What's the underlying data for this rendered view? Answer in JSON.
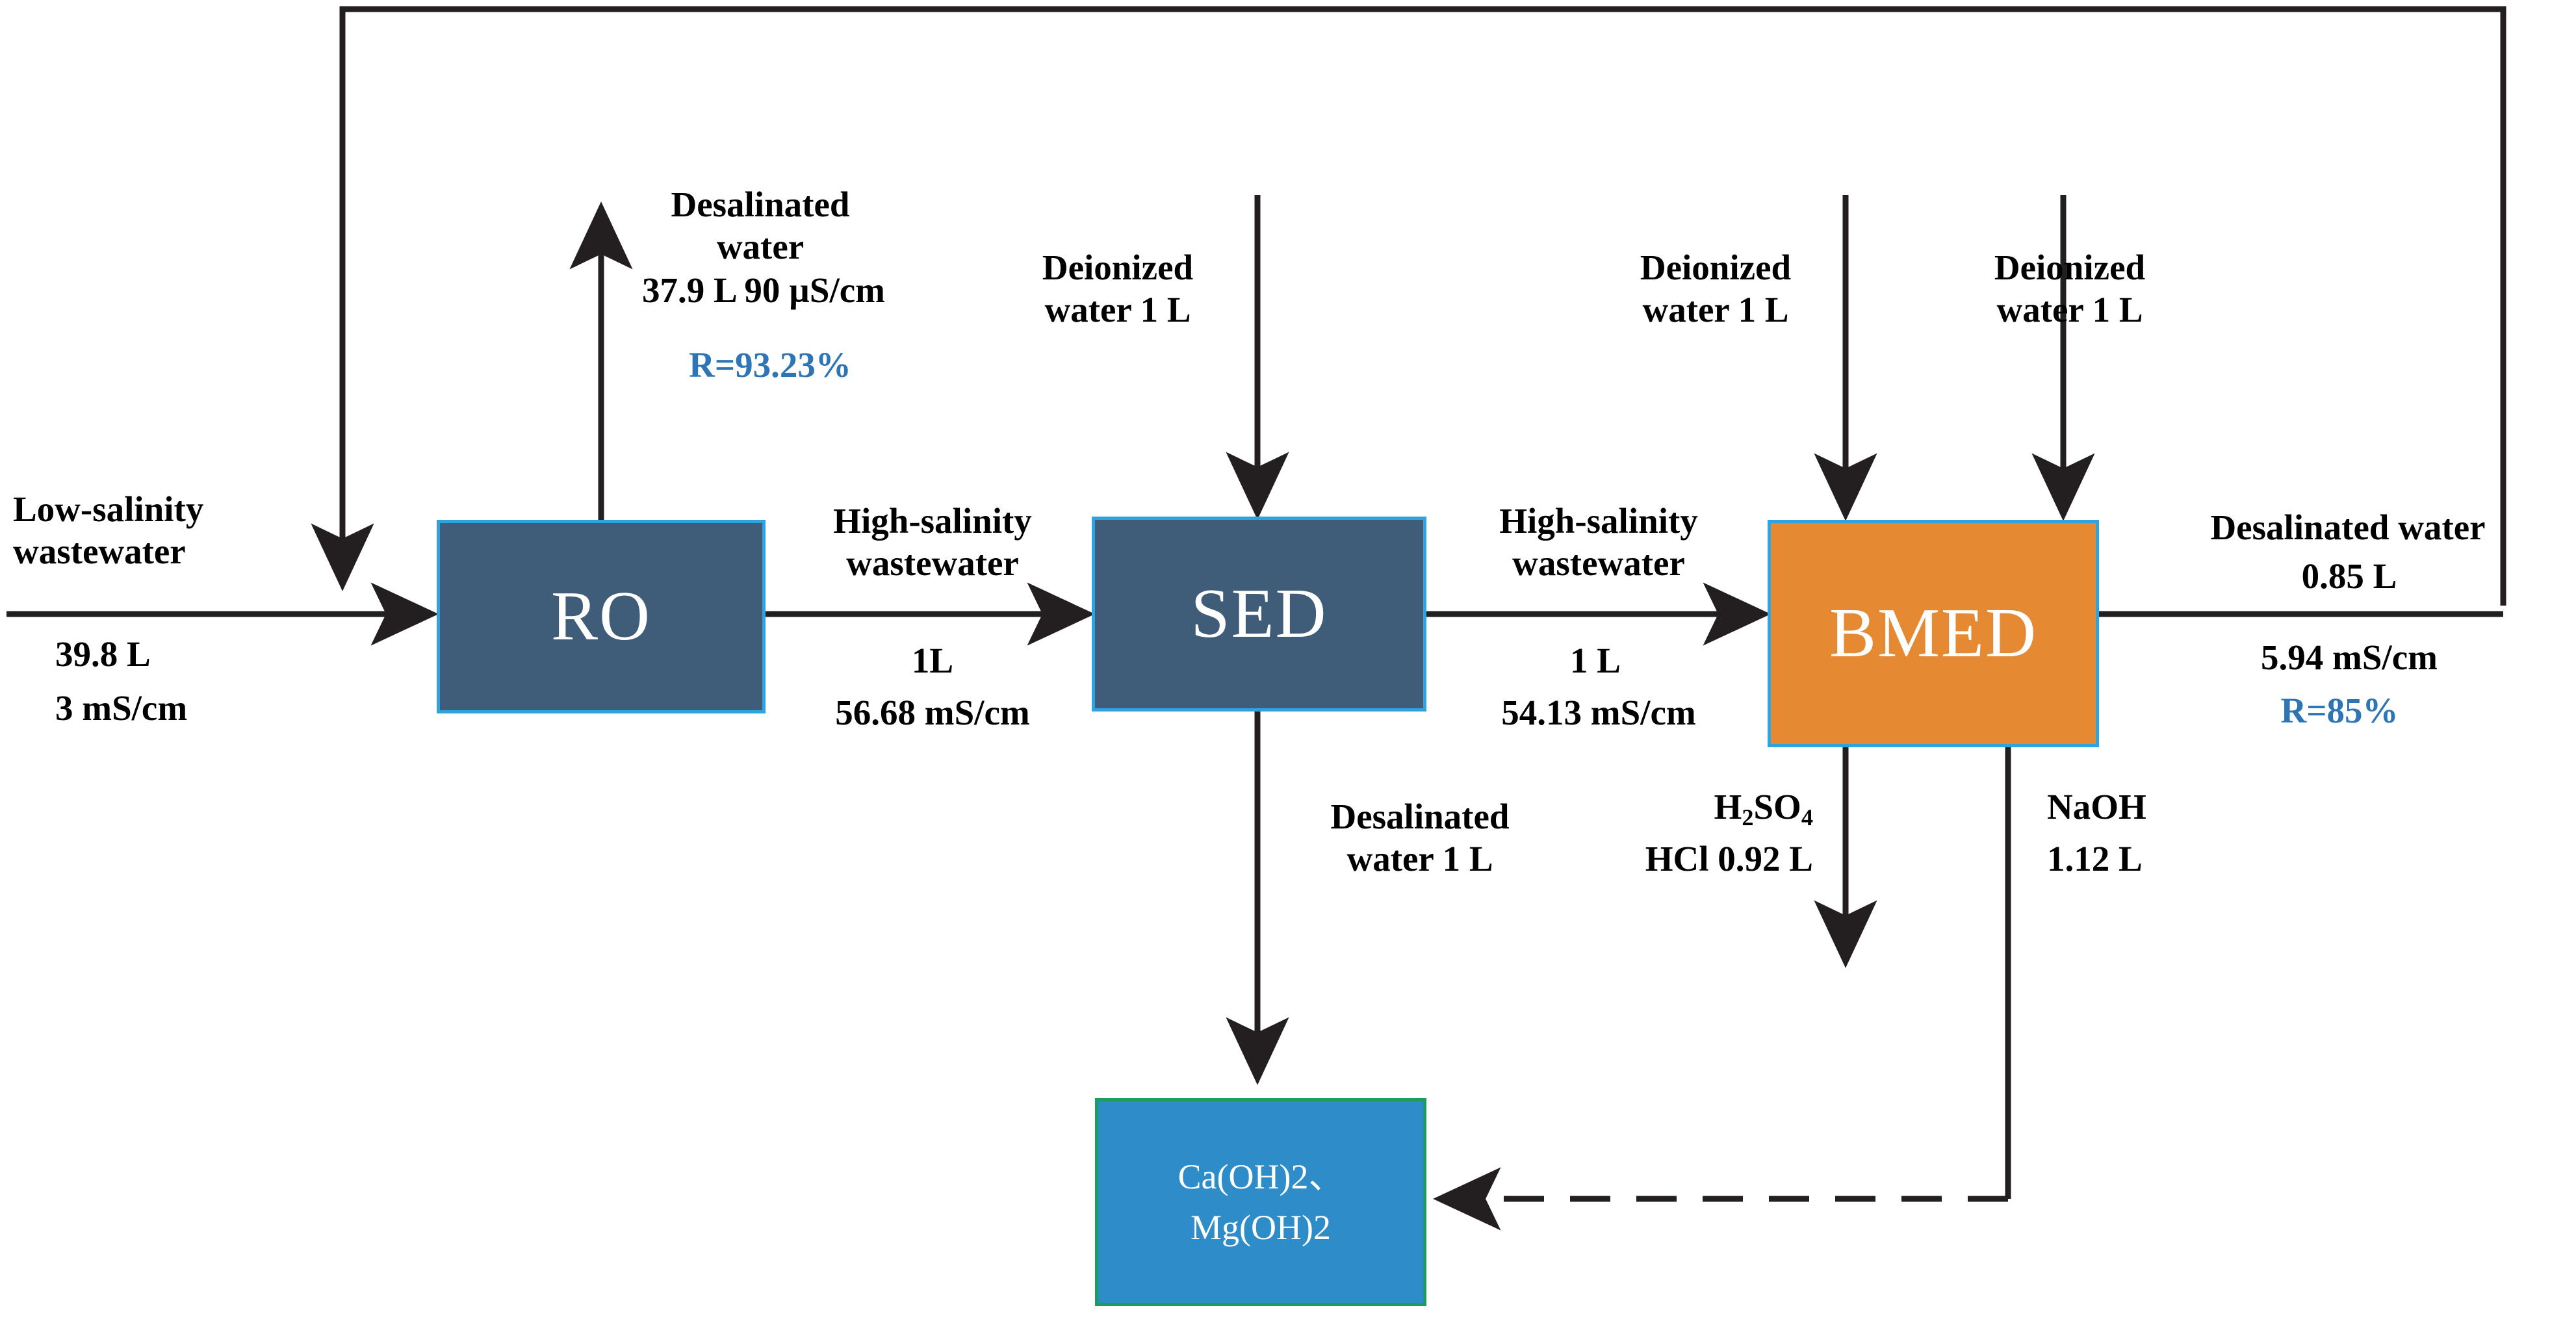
{
  "diagram": {
    "title": "RO-SED-BMED water treatment process flow",
    "colors": {
      "ro_fill": "#3F5C78",
      "sed_fill": "#3F5C78",
      "bmed_fill": "#E58A33",
      "precip_fill": "#2E8CC8",
      "box_border_blue": "#2FA2E0",
      "precip_border_green": "#1E9B5E",
      "line": "#231F20",
      "accent_blue": "#2E75B6",
      "text": "#000000",
      "background": "#FFFFFF"
    }
  },
  "units": {
    "ro": {
      "label": "RO"
    },
    "sed": {
      "label": "SED"
    },
    "bmed": {
      "label": "BMED"
    },
    "precipitate": {
      "line1": "Ca(OH)2、",
      "line2": "Mg(OH)2"
    }
  },
  "streams": {
    "feed": {
      "name": "Low-salinity\nwastewater",
      "volume": "39.8 L",
      "conductivity": "3 mS/cm"
    },
    "ro_permeate": {
      "name": "Desalinated\nwater",
      "value": "37.9 L 90 µS/cm",
      "recovery": "R=93.23%"
    },
    "ro_concentrate": {
      "name": "High-salinity\nwastewater",
      "volume": "1L",
      "conductivity": "56.68 mS/cm"
    },
    "sed_deionized_feed": {
      "name": "Deionized\nwater 1 L"
    },
    "sed_concentrate": {
      "name": "High-salinity\nwastewater",
      "volume": "1 L",
      "conductivity": "54.13 mS/cm"
    },
    "sed_product": {
      "name": "Desalinated\nwater 1 L"
    },
    "bmed_deionized_feed_left": {
      "name": "Deionized\nwater 1 L"
    },
    "bmed_deionized_feed_right": {
      "name": "Deionized\nwater 1 L"
    },
    "bmed_acid": {
      "line1_html": "H<sub>2</sub>SO<sub>4</sub>",
      "line1_text": "H2SO4",
      "line2": "HCl 0.92 L"
    },
    "bmed_base": {
      "line1": "NaOH",
      "line2": "1.12 L"
    },
    "bmed_product": {
      "name": "Desalinated water",
      "volume": "0.85 L",
      "conductivity": "5.94 mS/cm",
      "recovery": "R=85%"
    }
  }
}
